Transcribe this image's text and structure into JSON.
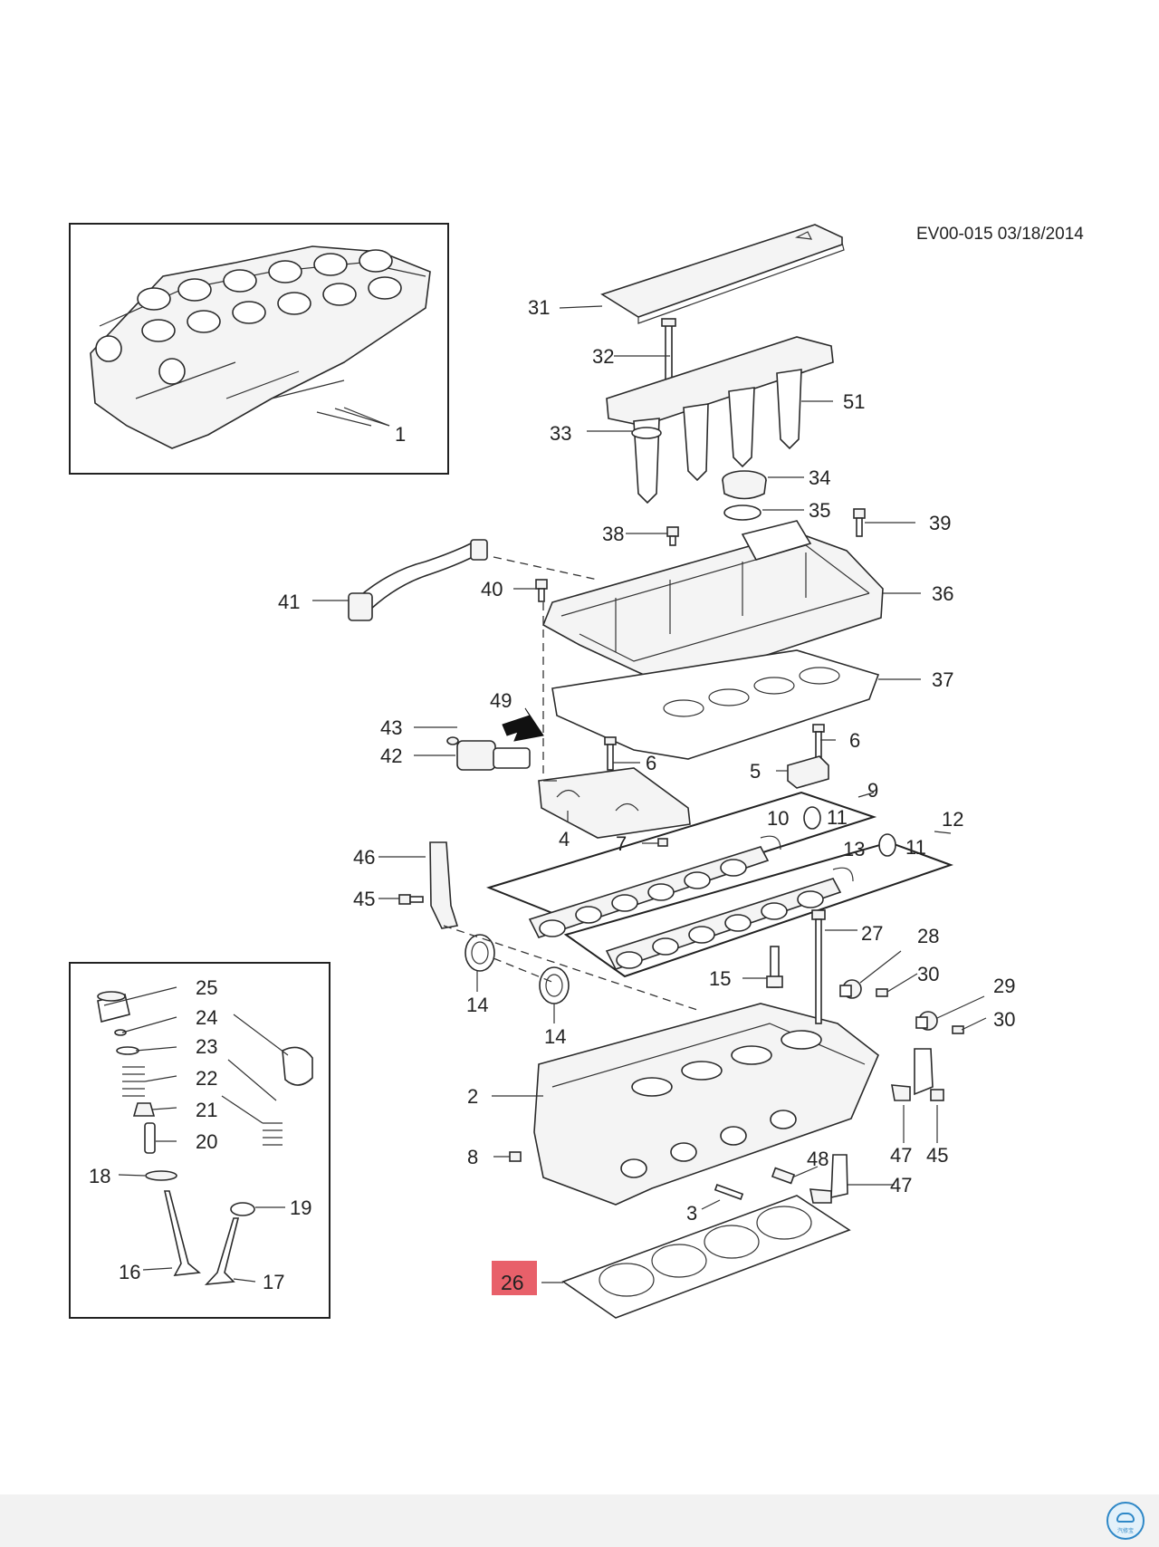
{
  "diagram": {
    "reference_code": "EV00-015 03/18/2014",
    "highlighted_part": "26",
    "highlight_color": "#e8606a",
    "callouts": [
      "1",
      "2",
      "3",
      "4",
      "5",
      "6",
      "6",
      "7",
      "8",
      "9",
      "10",
      "11",
      "11",
      "12",
      "13",
      "14",
      "14",
      "15",
      "16",
      "17",
      "18",
      "19",
      "20",
      "21",
      "22",
      "23",
      "24",
      "25",
      "26",
      "27",
      "28",
      "29",
      "30",
      "30",
      "31",
      "32",
      "33",
      "34",
      "35",
      "36",
      "37",
      "38",
      "39",
      "40",
      "41",
      "42",
      "43",
      "45",
      "45",
      "46",
      "47",
      "47",
      "48",
      "49",
      "51"
    ]
  },
  "app_badge": {
    "icon": "car-service-app-icon",
    "label": "汽修宝"
  }
}
